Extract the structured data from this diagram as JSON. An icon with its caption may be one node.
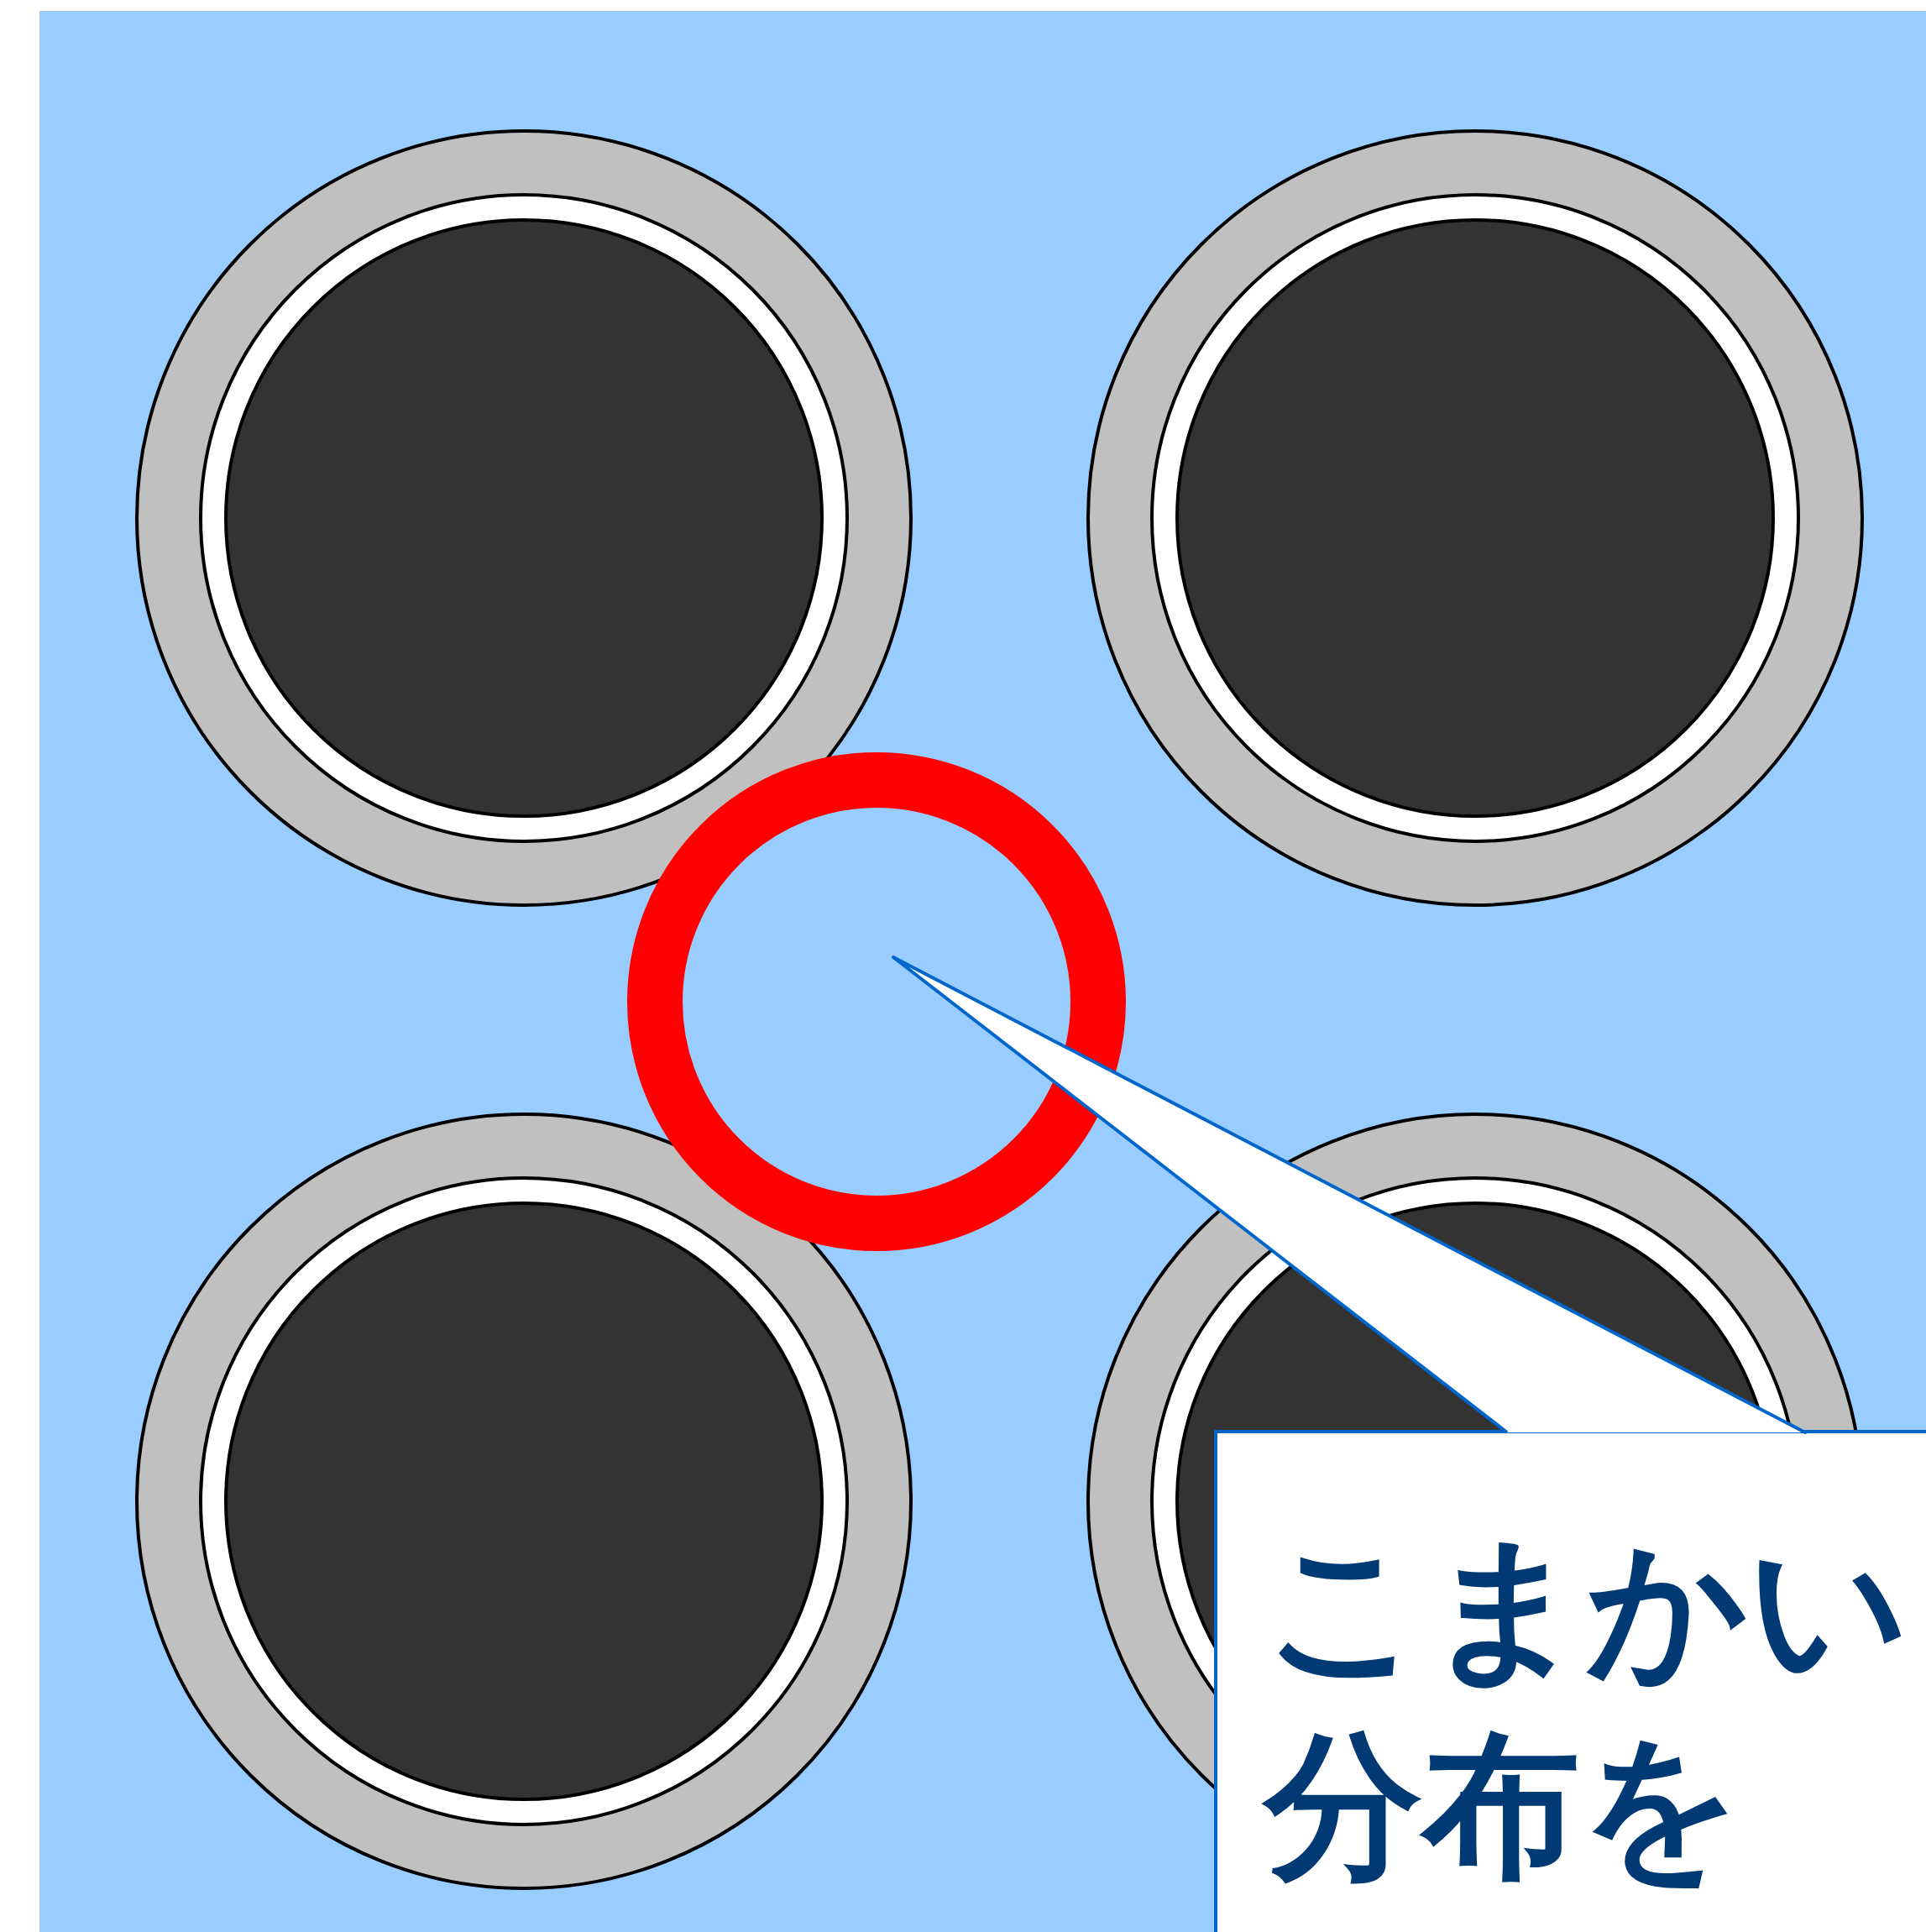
{
  "diagram": {
    "nodes": [
      {
        "text": [],
        "shape": "circle"
      },
      {
        "text": [
          "こまかい分布を"
        ]
      }
    ],
    "edges": [
      {
        "from": 1,
        "to": 0,
        "arrow": "none"
      }
    ]
  }
}
